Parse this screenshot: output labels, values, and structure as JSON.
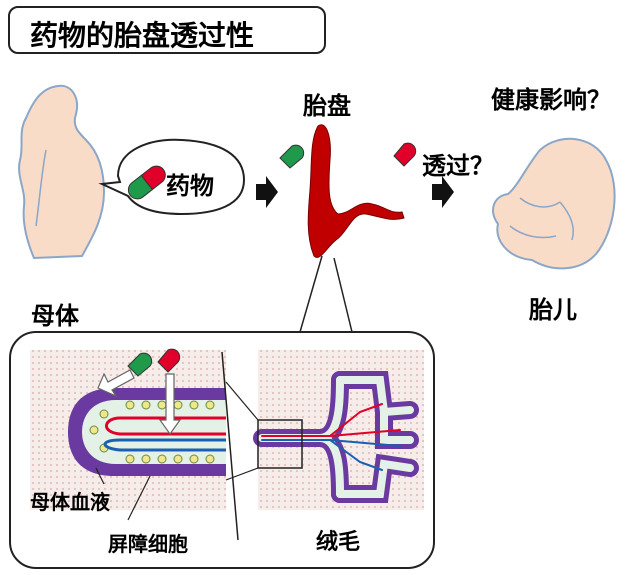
{
  "title": "药物的胎盘透过性",
  "labels": {
    "drug": "药物",
    "placenta": "胎盘",
    "cross": "透过？",
    "health": "健康影响？",
    "mother": "母体",
    "fetus": "胎儿",
    "maternal_blood": "母体血液",
    "barrier_cells": "屏障细胞",
    "villus": "绒毛"
  },
  "colors": {
    "skin": "#f9dcc8",
    "skin_outline": "#7fa0c8",
    "placenta_red": "#c00000",
    "capsule_green": "#1f9a4a",
    "capsule_red": "#e0002a",
    "villus_purple": "#6a3aa0",
    "villus_light": "#e4f1e6",
    "blood_bg": "#f4e6e4"
  }
}
